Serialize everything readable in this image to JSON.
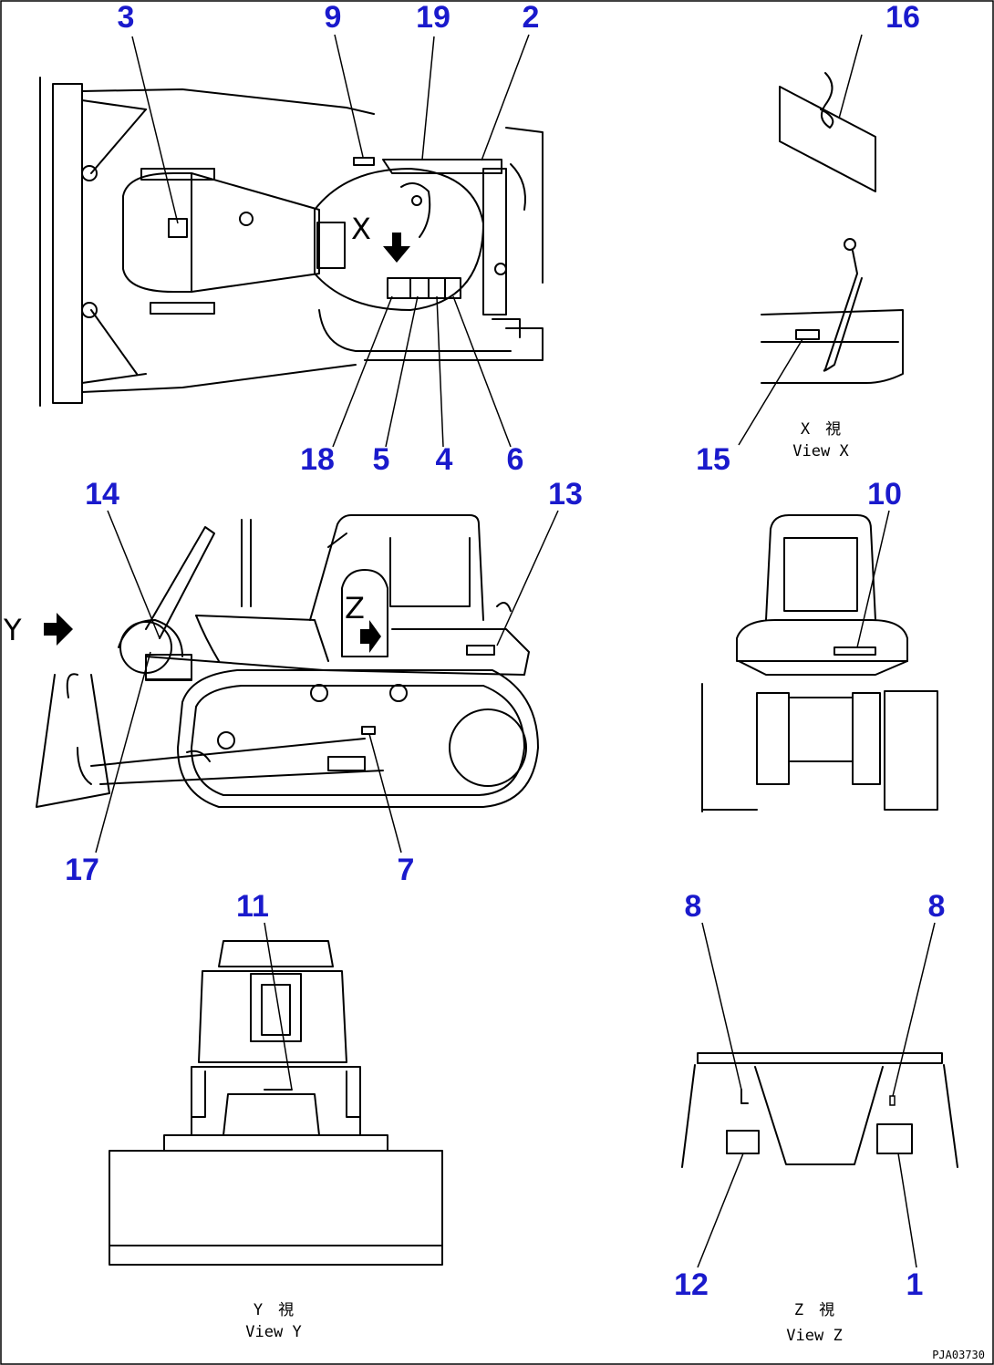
{
  "callouts": {
    "c1": "1",
    "c2": "2",
    "c3": "3",
    "c4": "4",
    "c5": "5",
    "c6": "6",
    "c7": "7",
    "c8a": "8",
    "c8b": "8",
    "c9": "9",
    "c10": "10",
    "c11": "11",
    "c12": "12",
    "c13": "13",
    "c14": "14",
    "c15": "15",
    "c16": "16",
    "c17": "17",
    "c18": "18",
    "c19": "19"
  },
  "view_labels": {
    "x_jp": "X　視",
    "x_en": "View X",
    "y_jp": "Y　視",
    "y_en": "View Y",
    "z_jp": "Z　視",
    "z_en": "View Z"
  },
  "view_markers": {
    "x": "X",
    "y": "Y",
    "z": "Z"
  },
  "drawing_code": "PJA03730"
}
